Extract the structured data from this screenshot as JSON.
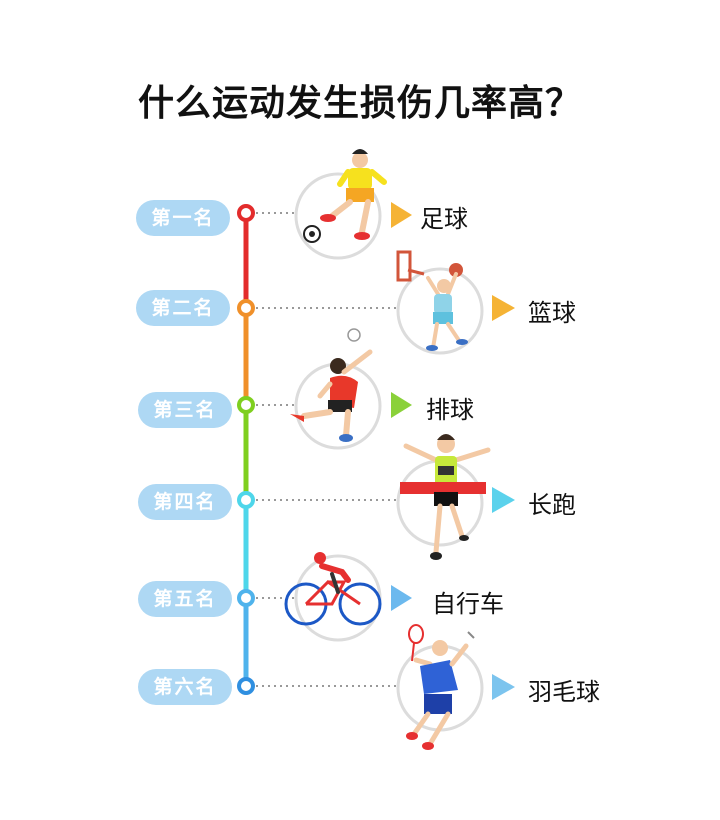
{
  "title": "什么运动发生损伤几率高？",
  "ranks": [
    {
      "rank": "第一名",
      "sport": "足球",
      "color": "#e32c2c"
    },
    {
      "rank": "第二名",
      "sport": "篮球",
      "color": "#f0902a"
    },
    {
      "rank": "第三名",
      "sport": "排球",
      "color": "#7fcf1f"
    },
    {
      "rank": "第四名",
      "sport": "长跑",
      "color": "#4ed6ea"
    },
    {
      "rank": "第五名",
      "sport": "自行车",
      "color": "#4fb3ec"
    },
    {
      "rank": "第六名",
      "sport": "羽毛球",
      "color": "#2f8fe0"
    }
  ],
  "colors": {
    "rank_pill": "#aed8f4",
    "arrow_1": "#f5b335",
    "arrow_3": "#8ad13a",
    "arrow_4": "#5bd2ec",
    "arrow_5": "#6cb9ee",
    "arrow_6": "#7cc4ee",
    "circle": "#dddddd",
    "dotted": "#999999"
  },
  "icons": {
    "football": "football-player-icon",
    "basketball": "basketball-player-icon",
    "volleyball": "volleyball-player-icon",
    "running": "runner-icon",
    "cycling": "cyclist-icon",
    "badminton": "badminton-player-icon"
  }
}
